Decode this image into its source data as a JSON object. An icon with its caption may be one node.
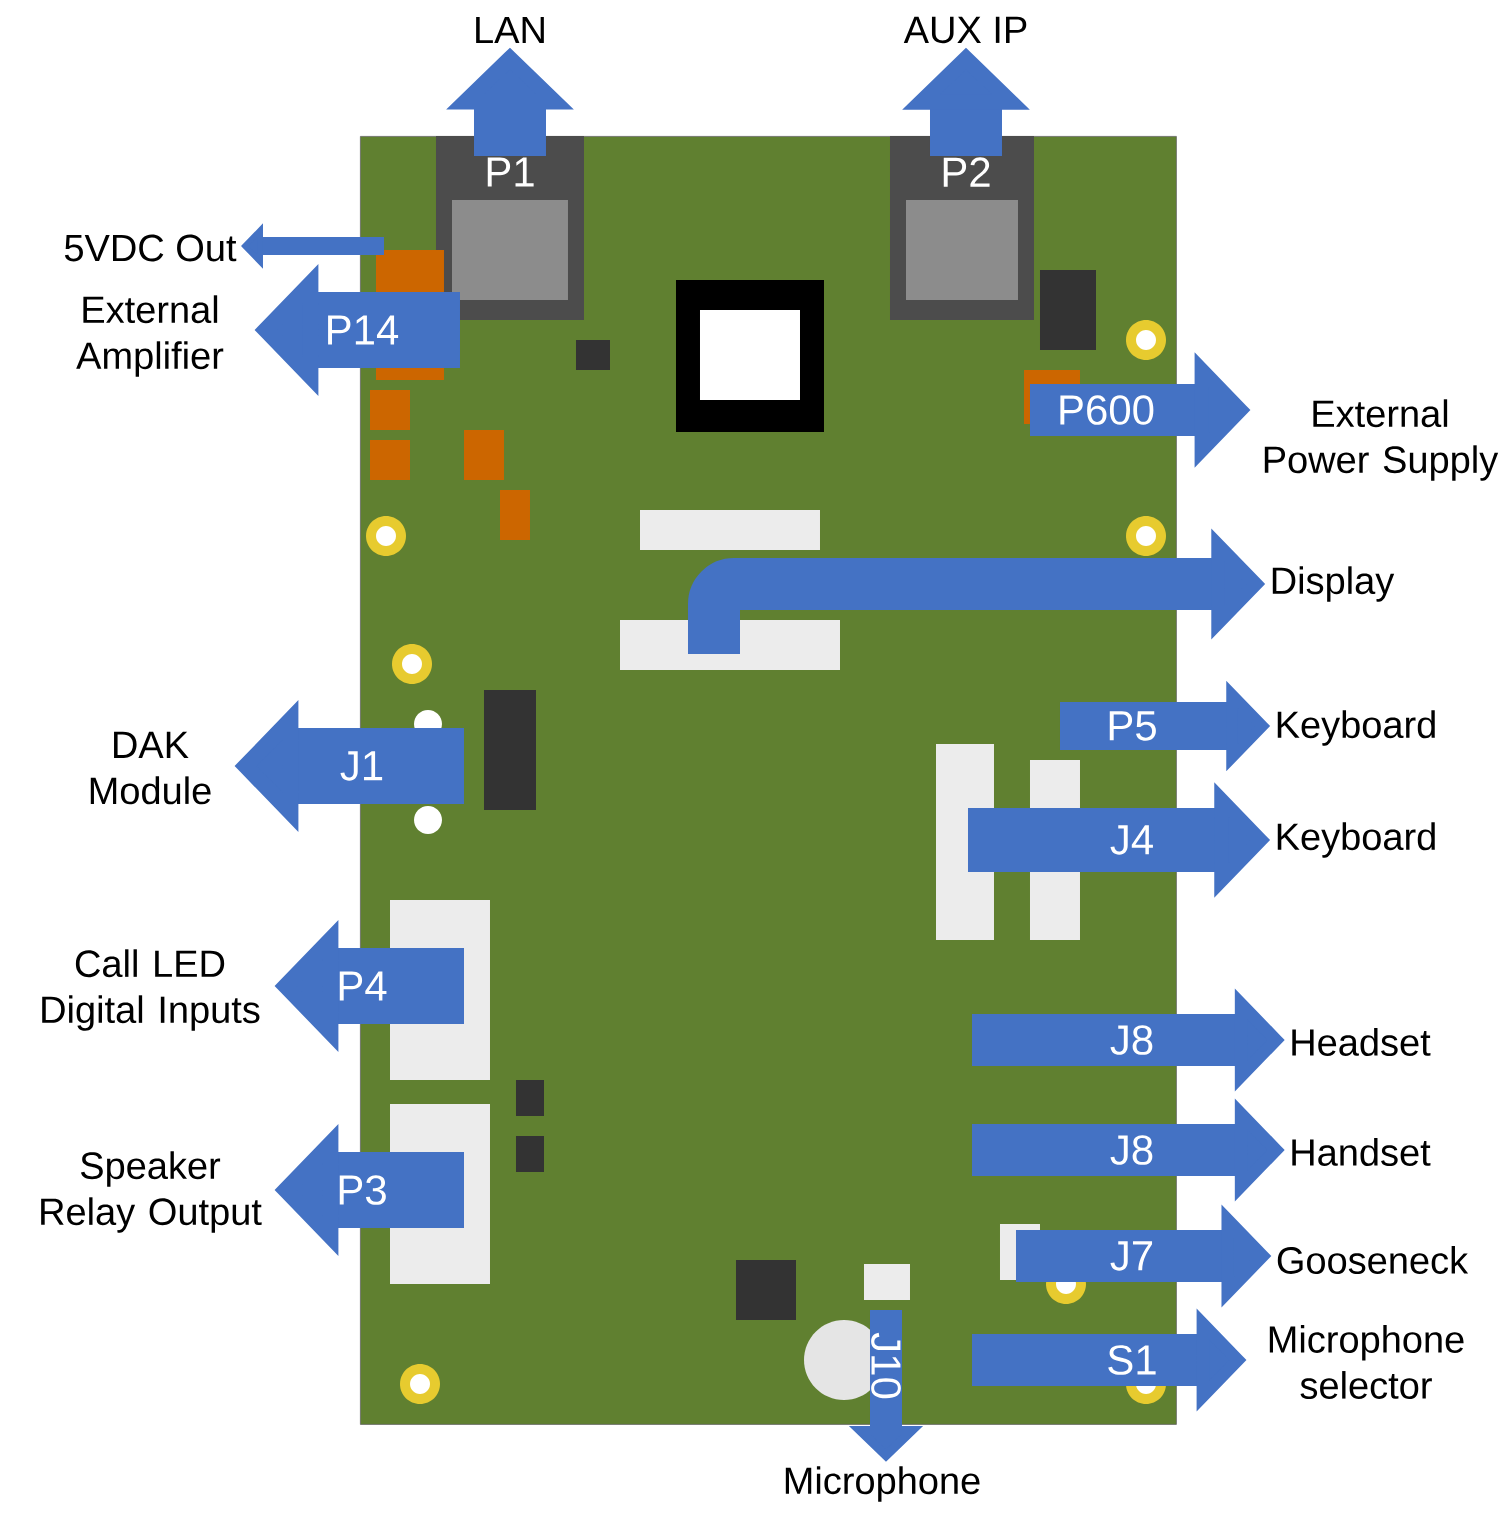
{
  "diagram": {
    "nodes": [
      {
        "text": [],
        "shape": "picture"
      },
      {
        "text": [
          "LAN"
        ]
      },
      {
        "text": [
          "AUX IP"
        ]
      },
      {
        "text": [
          "5VDC Out"
        ]
      },
      {
        "text": [
          "External Amplifier"
        ]
      },
      {
        "text": [
          "External Power Supply"
        ]
      },
      {
        "text": [
          "Display"
        ]
      },
      {
        "text": [
          "DAK Module"
        ]
      },
      {
        "text": [
          "Keyboard"
        ]
      },
      {
        "text": [
          "Keyboard"
        ]
      },
      {
        "text": [
          "Call LED Digital Inputs"
        ]
      },
      {
        "text": [
          "Headset"
        ]
      },
      {
        "text": [
          "Handset"
        ]
      },
      {
        "text": [
          "Speaker Relay Output"
        ]
      },
      {
        "text": [
          "Gooseneck"
        ]
      },
      {
        "text": [
          "Microphone selector"
        ]
      },
      {
        "text": [
          "Microphone"
        ]
      }
    ],
    "edges": [
      {
        "from": 0,
        "to": 1,
        "arrow": "to",
        "label": "P1"
      },
      {
        "from": 0,
        "to": 2,
        "arrow": "to",
        "label": "P2"
      },
      {
        "from": 0,
        "to": 3,
        "arrow": "to"
      },
      {
        "from": 0,
        "to": 4,
        "arrow": "to",
        "label": "P14"
      },
      {
        "from": 0,
        "to": 5,
        "arrow": "to",
        "label": "P600"
      },
      {
        "from": 0,
        "to": 6,
        "arrow": "to"
      },
      {
        "from": 0,
        "to": 7,
        "arrow": "to",
        "label": "J1"
      },
      {
        "from": 0,
        "to": 8,
        "arrow": "to",
        "label": "P5"
      },
      {
        "from": 0,
        "to": 9,
        "arrow": "to",
        "label": "J4"
      },
      {
        "from": 0,
        "to": 10,
        "arrow": "to",
        "label": "P4"
      },
      {
        "from": 0,
        "to": 11,
        "arrow": "to",
        "label": "J8"
      },
      {
        "from": 0,
        "to": 12,
        "arrow": "to",
        "label": "J8"
      },
      {
        "from": 0,
        "to": 13,
        "arrow": "to",
        "label": "P3"
      },
      {
        "from": 0,
        "to": 14,
        "arrow": "to",
        "label": "J7"
      },
      {
        "from": 0,
        "to": 15,
        "arrow": "to",
        "label": "S1"
      },
      {
        "from": 0,
        "to": 16,
        "arrow": "to",
        "label": "J10"
      }
    ]
  }
}
